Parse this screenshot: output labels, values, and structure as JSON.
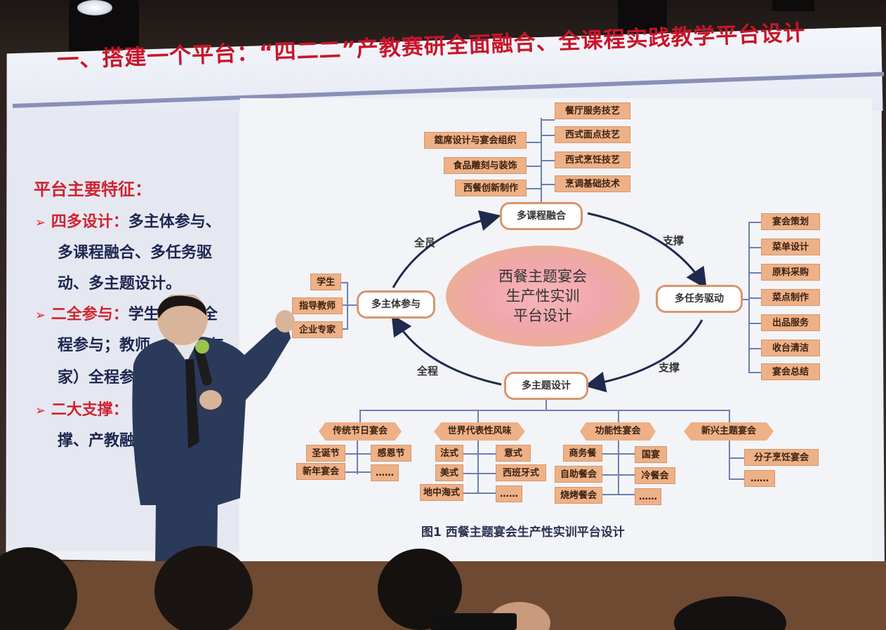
{
  "slide": {
    "title": "一、搭建一个平台：“四二二”产教赛研全面融合、全课程实践教学平台设计",
    "features_heading": "平台主要特征：",
    "bullets": [
      {
        "key": "四多设计：",
        "lines": [
          "多主体参与、",
          "多课程融合、多任务驱",
          "动、多主题设计。"
        ]
      },
      {
        "key": "二全参与：",
        "lines": [
          "学生",
          "全",
          "程参与；教师",
          "与",
          "家）全程参"
        ]
      },
      {
        "key": "二大支撑：",
        "lines": [
          "撑、产教融合"
        ]
      }
    ]
  },
  "diagram": {
    "center": [
      "西餐主题宴会",
      "生产性实训",
      "平台设计"
    ],
    "hubs": {
      "courses": "多课程融合",
      "tasks": "多任务驱动",
      "themes": "多主题设计",
      "subjects": "多主体参与"
    },
    "arrow_labels": {
      "all_members": "全员",
      "support_right": "支撑",
      "support_bottom": "支撑",
      "whole_process": "全程"
    },
    "courses_left": [
      "筵席设计与宴会组织",
      "食品雕刻与装饰",
      "西餐创新制作"
    ],
    "courses_right": [
      "餐厅服务技艺",
      "西式面点技艺",
      "西式烹饪技艺",
      "烹调基础技术"
    ],
    "tasks": [
      "宴会策划",
      "菜单设计",
      "原料采购",
      "菜点制作",
      "出品服务",
      "收台清洁",
      "宴会总结"
    ],
    "subjects": [
      "学生",
      "指导教师",
      "企业专家"
    ],
    "theme_groups": [
      {
        "label": "传统节日宴会",
        "items": [
          "圣诞节",
          "感恩节",
          "新年宴会",
          "……"
        ]
      },
      {
        "label": "世界代表性风味",
        "items": [
          "法式",
          "意式",
          "美式",
          "西班牙式",
          "地中海式",
          "……"
        ]
      },
      {
        "label": "功能性宴会",
        "items": [
          "商务餐",
          "国宴",
          "自助餐会",
          "冷餐会",
          "烧烤餐会",
          "……"
        ]
      },
      {
        "label": "新兴主题宴会",
        "items": [
          "分子烹饪宴会",
          "……"
        ]
      }
    ],
    "caption": "图1  西餐主题宴会生产性实训平台设计"
  },
  "colors": {
    "title_red": "#c8152a",
    "box_fill": "#eeb187",
    "connector": "#6d7fb2",
    "text_navy": "#1d2650"
  }
}
